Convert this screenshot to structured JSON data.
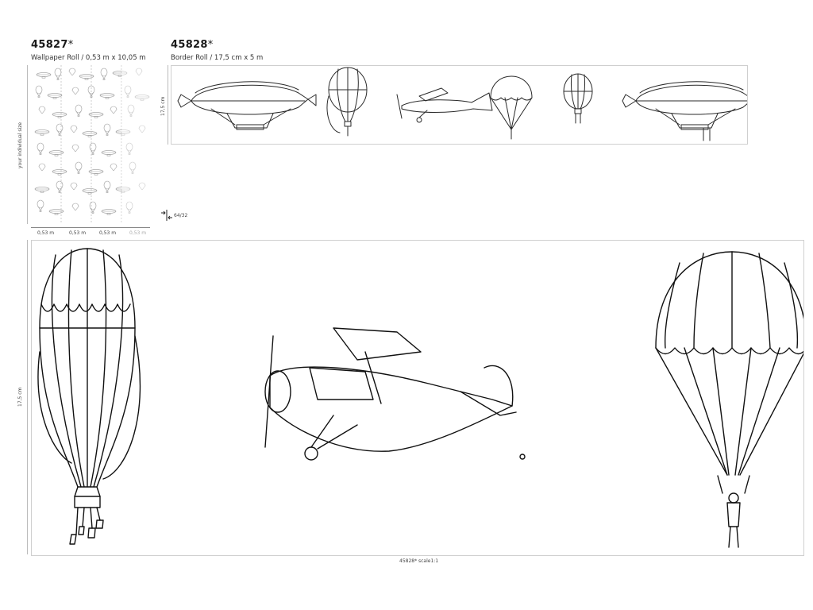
{
  "wallpaper": {
    "code": "45827",
    "star": "*",
    "desc": "Wallpaper Roll  / 0,53 m x 10,05 m",
    "side_label": "your individual size",
    "widths": [
      "0,53 m",
      "0,53 m",
      "0,53 m",
      "0,53 m"
    ],
    "repeat": "64/32"
  },
  "border": {
    "code": "45828",
    "star": "*",
    "desc": "Border Roll  / 17,5 cm x 5 m",
    "height_label": "17,5 cm"
  },
  "detail": {
    "height_label": "17,5 cm",
    "caption": "45828* scale1:1"
  },
  "icons": {
    "items": [
      "airship-icon",
      "hot-air-balloon-icon",
      "biplane-icon",
      "parachutist-icon",
      "hot-air-balloon-icon",
      "airship-icon"
    ]
  }
}
